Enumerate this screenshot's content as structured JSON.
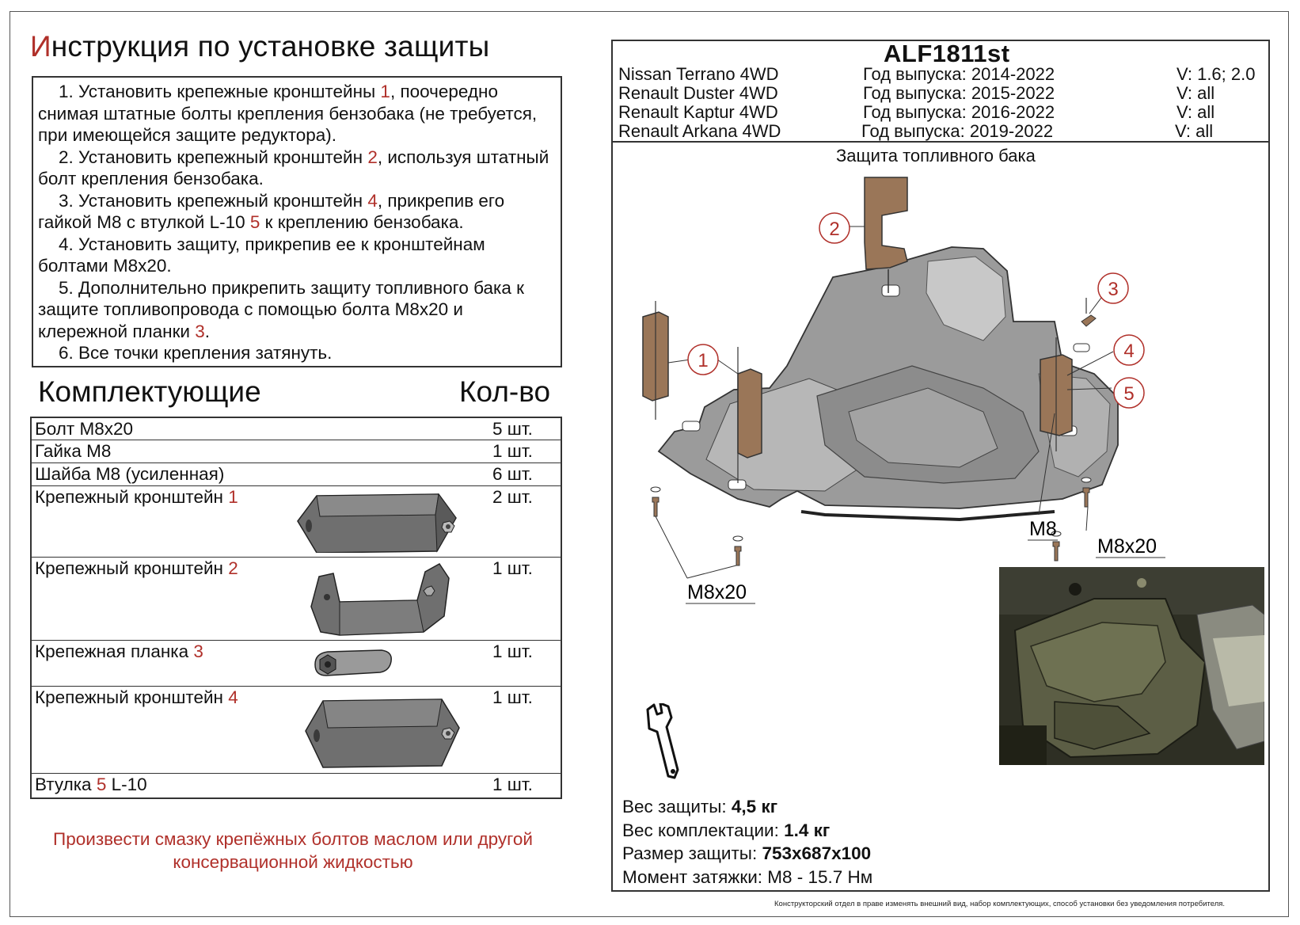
{
  "instructions_title": {
    "first_letter": "И",
    "rest": "нструкция по установке защиты"
  },
  "steps": [
    {
      "a": "1. Установить крепежные кронштейны ",
      "ref": "1",
      "b": ", поочередно снимая штатные болты крепления бензобака (не требуется, при имеющейся защите редуктора)."
    },
    {
      "a": "2. Установить крепежный кронштейн ",
      "ref": "2",
      "b": ", используя штатный болт крепления бензобака."
    },
    {
      "a": "3. Установить крепежный кронштейн ",
      "ref": "4",
      "b": ", прикрепив его гайкой М8 с втулкой L-10 ",
      "ref2": "5",
      "c": " к креплению бензобака."
    },
    {
      "a": "4. Установить защиту, прикрепив ее к кронштейнам болтами М8х20."
    },
    {
      "a": "5. Дополнительно прикрепить защиту топливного бака к защите топливопровода с помощью болта М8х20 и клережной планки ",
      "ref": "3",
      "b": "."
    },
    {
      "a": "6. Все точки крепления затянуть."
    }
  ],
  "kit": {
    "heading": "Комплектующие",
    "qty_heading": "Кол-во",
    "items": [
      {
        "name": "Болт М8х20",
        "ref": "",
        "suffix": "",
        "qty": "5 шт."
      },
      {
        "name": "Гайка М8",
        "ref": "",
        "suffix": "",
        "qty": "1 шт."
      },
      {
        "name": "Шайба М8 (усиленная)",
        "ref": "",
        "suffix": "",
        "qty": "6 шт."
      },
      {
        "name": "Крепежный кронштейн ",
        "ref": "1",
        "suffix": "",
        "qty": "2 шт."
      },
      {
        "name": "Крепежный кронштейн ",
        "ref": "2",
        "suffix": "",
        "qty": "1 шт."
      },
      {
        "name": "Крепежная планка ",
        "ref": "3",
        "suffix": "",
        "qty": "1 шт."
      },
      {
        "name": "Крепежный кронштейн ",
        "ref": "4",
        "suffix": "",
        "qty": "1 шт."
      },
      {
        "name": "Втулка ",
        "ref": "5",
        "suffix": " L-10",
        "qty": "1 шт."
      }
    ]
  },
  "lubrication_note": "Произвести смазку крепёжных болтов маслом или другой консервационной жидкостью",
  "model_code": "ALF1811st",
  "vehicles": [
    {
      "model": "Nissan Terrano 4WD",
      "years": "Год выпуска: 2014-2022",
      "version": "V: 1.6; 2.0"
    },
    {
      "model": "Renault Duster 4WD",
      "years": "Год выпуска: 2015-2022",
      "version": "V: all"
    },
    {
      "model": "Renault Kaptur 4WD",
      "years": "Год выпуска: 2016-2022",
      "version": "V: all"
    },
    {
      "model": "Renault Arkana 4WD",
      "years": "Год выпуска: 2019-2022",
      "version": "V: all"
    }
  ],
  "diagram": {
    "subtitle": "Защита топливного бака",
    "callouts": [
      "1",
      "2",
      "3",
      "4",
      "5"
    ],
    "labels": {
      "m8": "М8",
      "bolt_right": "М8х20",
      "bolt_left": "М8х20"
    }
  },
  "specs": [
    {
      "label": "Вес защиты: ",
      "value": "4,5 кг"
    },
    {
      "label": "Вес комплектации: ",
      "value": "1.4 кг"
    },
    {
      "label": "Размер защиты: ",
      "value": "753х687х100"
    },
    {
      "label": "Момент затяжки: ",
      "value": " М8 - 15.7 Нм"
    }
  ],
  "disclaimer": "Конструкторский отдел в праве изменять внешний вид, набор комплектующих, способ установки без уведомления потребителя.",
  "colors": {
    "accent_red": "#b0302a",
    "bracket": "#9a7658",
    "plate": "#9b9b9b",
    "part_gray": "#6e6e6e"
  }
}
